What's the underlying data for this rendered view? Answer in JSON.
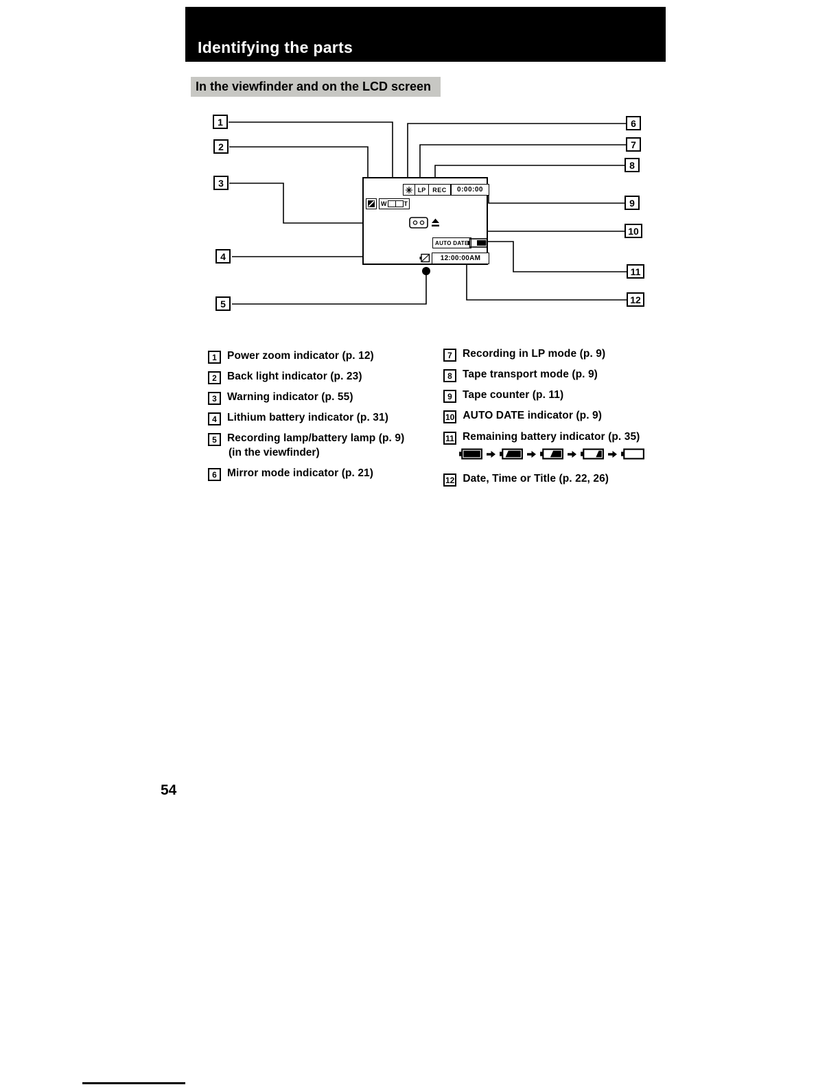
{
  "header": {
    "banner": "Identifying the parts",
    "section": "In the viewfinder and on the LCD screen"
  },
  "diagram": {
    "callouts": [
      "1",
      "2",
      "3",
      "4",
      "5",
      "6",
      "7",
      "8",
      "9",
      "10",
      "11",
      "12"
    ],
    "screen": {
      "lp_label": "LP",
      "rec_label": "REC",
      "tape_counter": "0:00:00",
      "zoom_wide": "W",
      "zoom_tele": "T",
      "auto_date": "AUTO DATE",
      "datetime": "12:00:00AM"
    },
    "icons": {
      "mirror_mode": "mirror-mode-icon",
      "backlight": "backlight-icon",
      "warning_cassette": "cassette-icon",
      "eject": "eject-icon",
      "remaining_battery": "battery-icon",
      "lithium_battery": "lithium-battery-icon",
      "recording_lamp": "recording-lamp-dot"
    }
  },
  "legend": {
    "left": [
      {
        "num": "1",
        "label": "Power zoom indicator (p. 12)"
      },
      {
        "num": "2",
        "label": "Back light indicator (p. 23)"
      },
      {
        "num": "3",
        "label": "Warning indicator (p. 55)"
      },
      {
        "num": "4",
        "label": "Lithium battery indicator (p. 31)"
      },
      {
        "num": "5",
        "label": "Recording lamp/battery lamp (p. 9)",
        "label2": "(in the viewfinder)"
      },
      {
        "num": "6",
        "label": "Mirror mode indicator (p. 21)"
      }
    ],
    "right": [
      {
        "num": "7",
        "label": "Recording in LP mode (p. 9)"
      },
      {
        "num": "8",
        "label": "Tape transport mode (p. 9)"
      },
      {
        "num": "9",
        "label": "Tape counter (p. 11)"
      },
      {
        "num": "10",
        "label": "AUTO DATE indicator (p. 9)"
      },
      {
        "num": "11",
        "label": "Remaining battery indicator (p. 35)"
      },
      {
        "num": "12",
        "label": "Date, Time or Title (p. 22, 26)"
      }
    ],
    "battery_levels_percent": [
      100,
      75,
      50,
      25,
      0
    ]
  },
  "page": {
    "number": "54"
  }
}
